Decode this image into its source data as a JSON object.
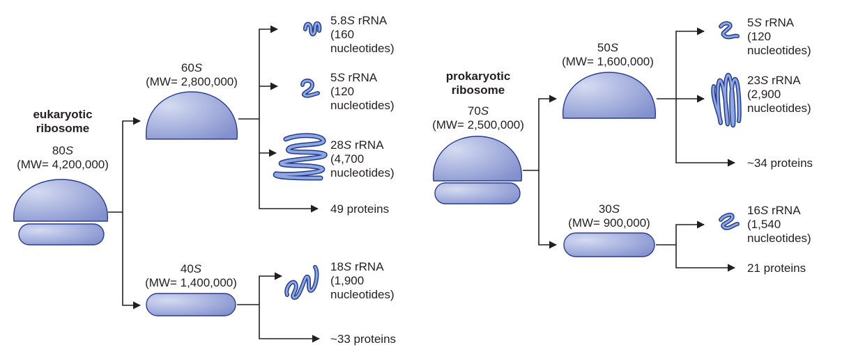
{
  "eukaryotic": {
    "title_line1": "eukaryotic",
    "title_line2": "ribosome",
    "whole": {
      "s_num": "80",
      "s_unit": "S",
      "mw": "(MW= 4,200,000)"
    },
    "large": {
      "s_num": "60",
      "s_unit": "S",
      "mw": "(MW= 2,800,000)"
    },
    "small": {
      "s_num": "40",
      "s_unit": "S",
      "mw": "(MW= 1,400,000)"
    },
    "rrna_5_8s": {
      "s_num": "5.8",
      "s_unit": "S",
      "suffix": " rRNA",
      "line2": "(160",
      "line3": "nucleotides)"
    },
    "rrna_5s": {
      "s_num": "5",
      "s_unit": "S",
      "suffix": " rRNA",
      "line2": "(120",
      "line3": "nucleotides)"
    },
    "rrna_28s": {
      "s_num": "28",
      "s_unit": "S",
      "suffix": " rRNA",
      "line2": "(4,700",
      "line3": "nucleotides)"
    },
    "large_proteins": "49 proteins",
    "rrna_18s": {
      "s_num": "18",
      "s_unit": "S",
      "suffix": " rRNA",
      "line2": "(1,900",
      "line3": "nucleotides)"
    },
    "small_proteins": "~33 proteins"
  },
  "prokaryotic": {
    "title_line1": "prokaryotic",
    "title_line2": "ribosome",
    "whole": {
      "s_num": "70",
      "s_unit": "S",
      "mw": "(MW= 2,500,000)"
    },
    "large": {
      "s_num": "50",
      "s_unit": "S",
      "mw": "(MW= 1,600,000)"
    },
    "small": {
      "s_num": "30",
      "s_unit": "S",
      "mw": "(MW= 900,000)"
    },
    "rrna_5s": {
      "s_num": "5",
      "s_unit": "S",
      "suffix": " rRNA",
      "line2": "(120",
      "line3": "nucleotides)"
    },
    "rrna_23s": {
      "s_num": "23",
      "s_unit": "S",
      "suffix": " rRNA",
      "line2": "(2,900",
      "line3": "nucleotides)"
    },
    "large_proteins": "~34 proteins",
    "rrna_16s": {
      "s_num": "16",
      "s_unit": "S",
      "suffix": " rRNA",
      "line2": "(1,540",
      "line3": "nucleotides)"
    },
    "small_proteins": "21 proteins"
  },
  "colors": {
    "subunit_fill_light": "#c8d0ec",
    "subunit_fill_dark": "#8693cf",
    "subunit_stroke": "#2a3a8c",
    "rna_fill": "#8fa6e0",
    "rna_stroke": "#1f3a8a",
    "line": "#231f20"
  }
}
